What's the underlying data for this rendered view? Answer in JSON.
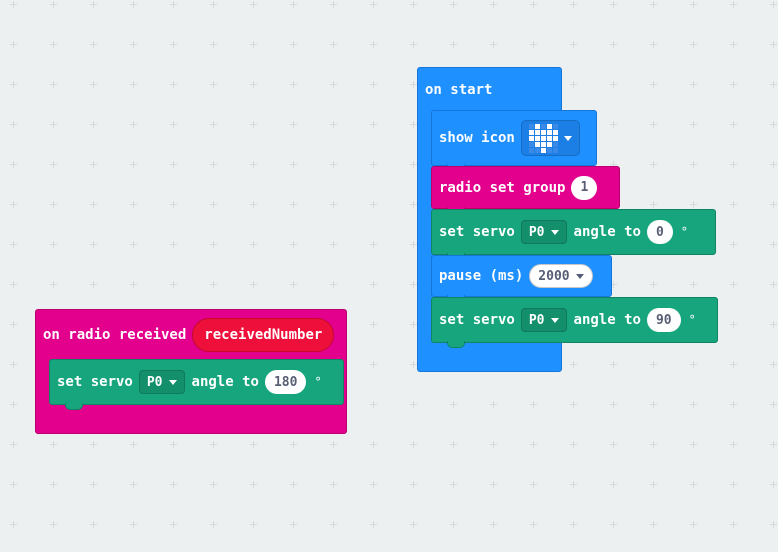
{
  "colors": {
    "workspace_bg": "#ecf0f1",
    "radio": "#e3008c",
    "basic": "#1e90ff",
    "servo": "#17a57e",
    "variable": "#ee0f3a"
  },
  "radio_handler": {
    "header_label": "on radio received",
    "variable": "receivedNumber",
    "servo": {
      "label_set": "set servo",
      "pin": "P0",
      "label_angle": "angle to",
      "angle": "180",
      "unit": "°"
    }
  },
  "on_start": {
    "header_label": "on start",
    "show_icon": {
      "label": "show icon",
      "icon": "heart-icon",
      "leds": [
        [
          0,
          1,
          0,
          1,
          0
        ],
        [
          1,
          1,
          1,
          1,
          1
        ],
        [
          1,
          1,
          1,
          1,
          1
        ],
        [
          0,
          1,
          1,
          1,
          0
        ],
        [
          0,
          0,
          1,
          0,
          0
        ]
      ]
    },
    "radio_group": {
      "label": "radio set group",
      "value": "1"
    },
    "servo_1": {
      "label_set": "set servo",
      "pin": "P0",
      "label_angle": "angle to",
      "angle": "0",
      "unit": "°"
    },
    "pause": {
      "label": "pause (ms)",
      "value": "2000"
    },
    "servo_2": {
      "label_set": "set servo",
      "pin": "P0",
      "label_angle": "angle to",
      "angle": "90",
      "unit": "°"
    }
  }
}
